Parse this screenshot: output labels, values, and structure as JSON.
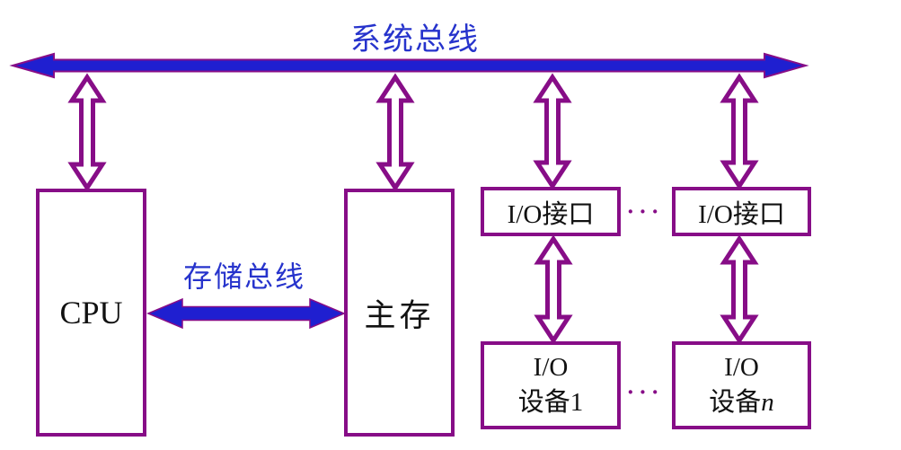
{
  "diagram": {
    "title": "系统总线",
    "memory_bus_label": "存储总线",
    "boxes": {
      "cpu": "CPU",
      "main_memory": "主存",
      "io_interface_1": "I/O接口",
      "io_interface_2": "I/O接口",
      "io_device_1": {
        "line1": "I/O",
        "line2": "设备1"
      },
      "io_device_n": {
        "line1": "I/O",
        "line2_prefix": "设备",
        "line2_suffix": "n"
      }
    },
    "ellipsis_top": "···",
    "ellipsis_bottom": "···",
    "colors": {
      "bus_blue": "#1f1fd0",
      "outline_purple": "#870d87",
      "label_blue": "#2633cc",
      "box_text_black": "#111111",
      "background": "#ffffff"
    }
  }
}
